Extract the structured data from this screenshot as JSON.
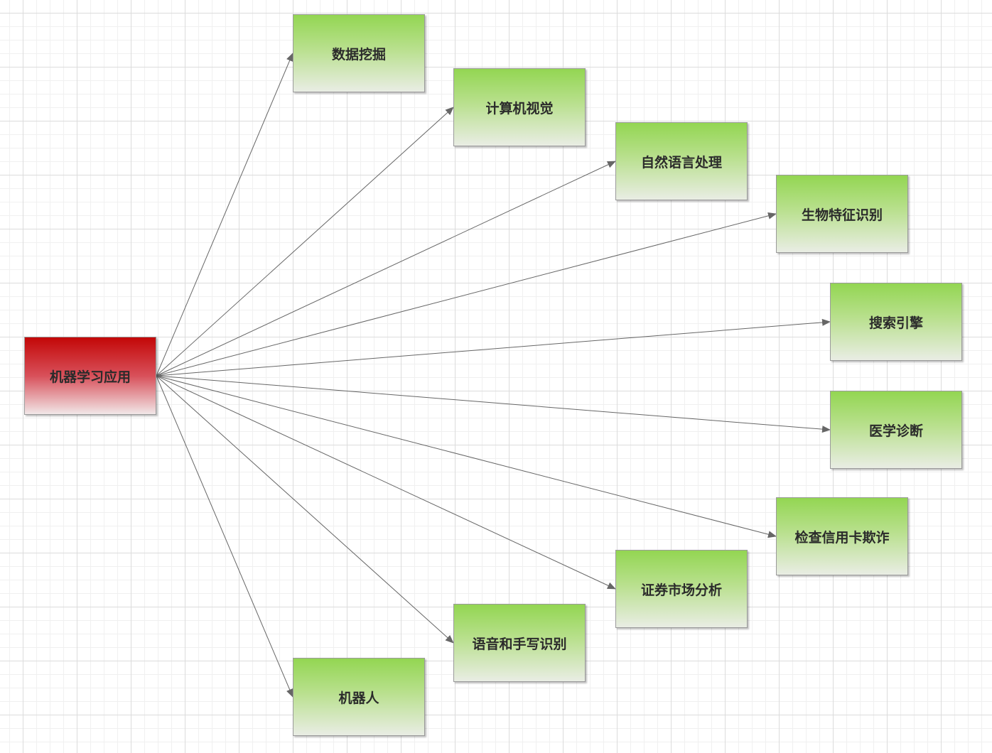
{
  "diagram": {
    "root": {
      "label": "机器学习应用"
    },
    "children": [
      {
        "label": "数据挖掘"
      },
      {
        "label": "计算机视觉"
      },
      {
        "label": "自然语言处理"
      },
      {
        "label": "生物特征识别"
      },
      {
        "label": "搜索引擎"
      },
      {
        "label": "医学诊断"
      },
      {
        "label": "检查信用卡欺诈"
      },
      {
        "label": "证券市场分析"
      },
      {
        "label": "语音和手写识别"
      },
      {
        "label": "机器人"
      }
    ]
  },
  "colors": {
    "root_top": "#c30707",
    "child_top": "#93d652",
    "edge": "#666666"
  }
}
